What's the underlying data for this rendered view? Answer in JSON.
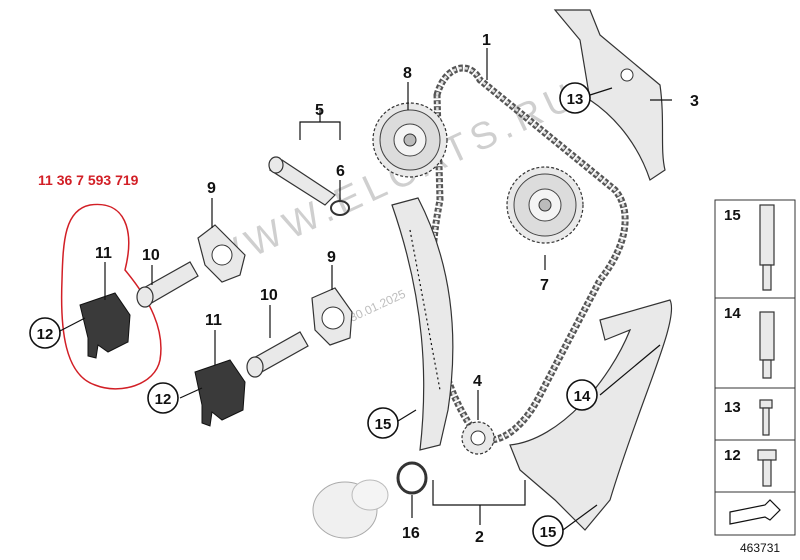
{
  "part_number": "11 36 7 593 719",
  "watermark": "WWW.ELCATS.RU",
  "date_stamp": "30.01.2025",
  "diagram_id": "463731",
  "labels": {
    "l1": "1",
    "l2": "2",
    "l3": "3",
    "l4": "4",
    "l5": "5",
    "l6": "6",
    "l7": "7",
    "l8": "8",
    "l9a": "9",
    "l9b": "9",
    "l10a": "10",
    "l10b": "10",
    "l11a": "11",
    "l11b": "11",
    "l12a": "12",
    "l12b": "12",
    "l13": "13",
    "l14": "14",
    "l15a": "15",
    "l15b": "15",
    "l16": "16"
  },
  "legend": {
    "items": [
      {
        "label": "15"
      },
      {
        "label": "14"
      },
      {
        "label": "13"
      },
      {
        "label": "12"
      }
    ]
  },
  "colors": {
    "highlight": "#d21f26",
    "part_fill": "#e9e9e9",
    "dark_part": "#3a3a3a"
  }
}
